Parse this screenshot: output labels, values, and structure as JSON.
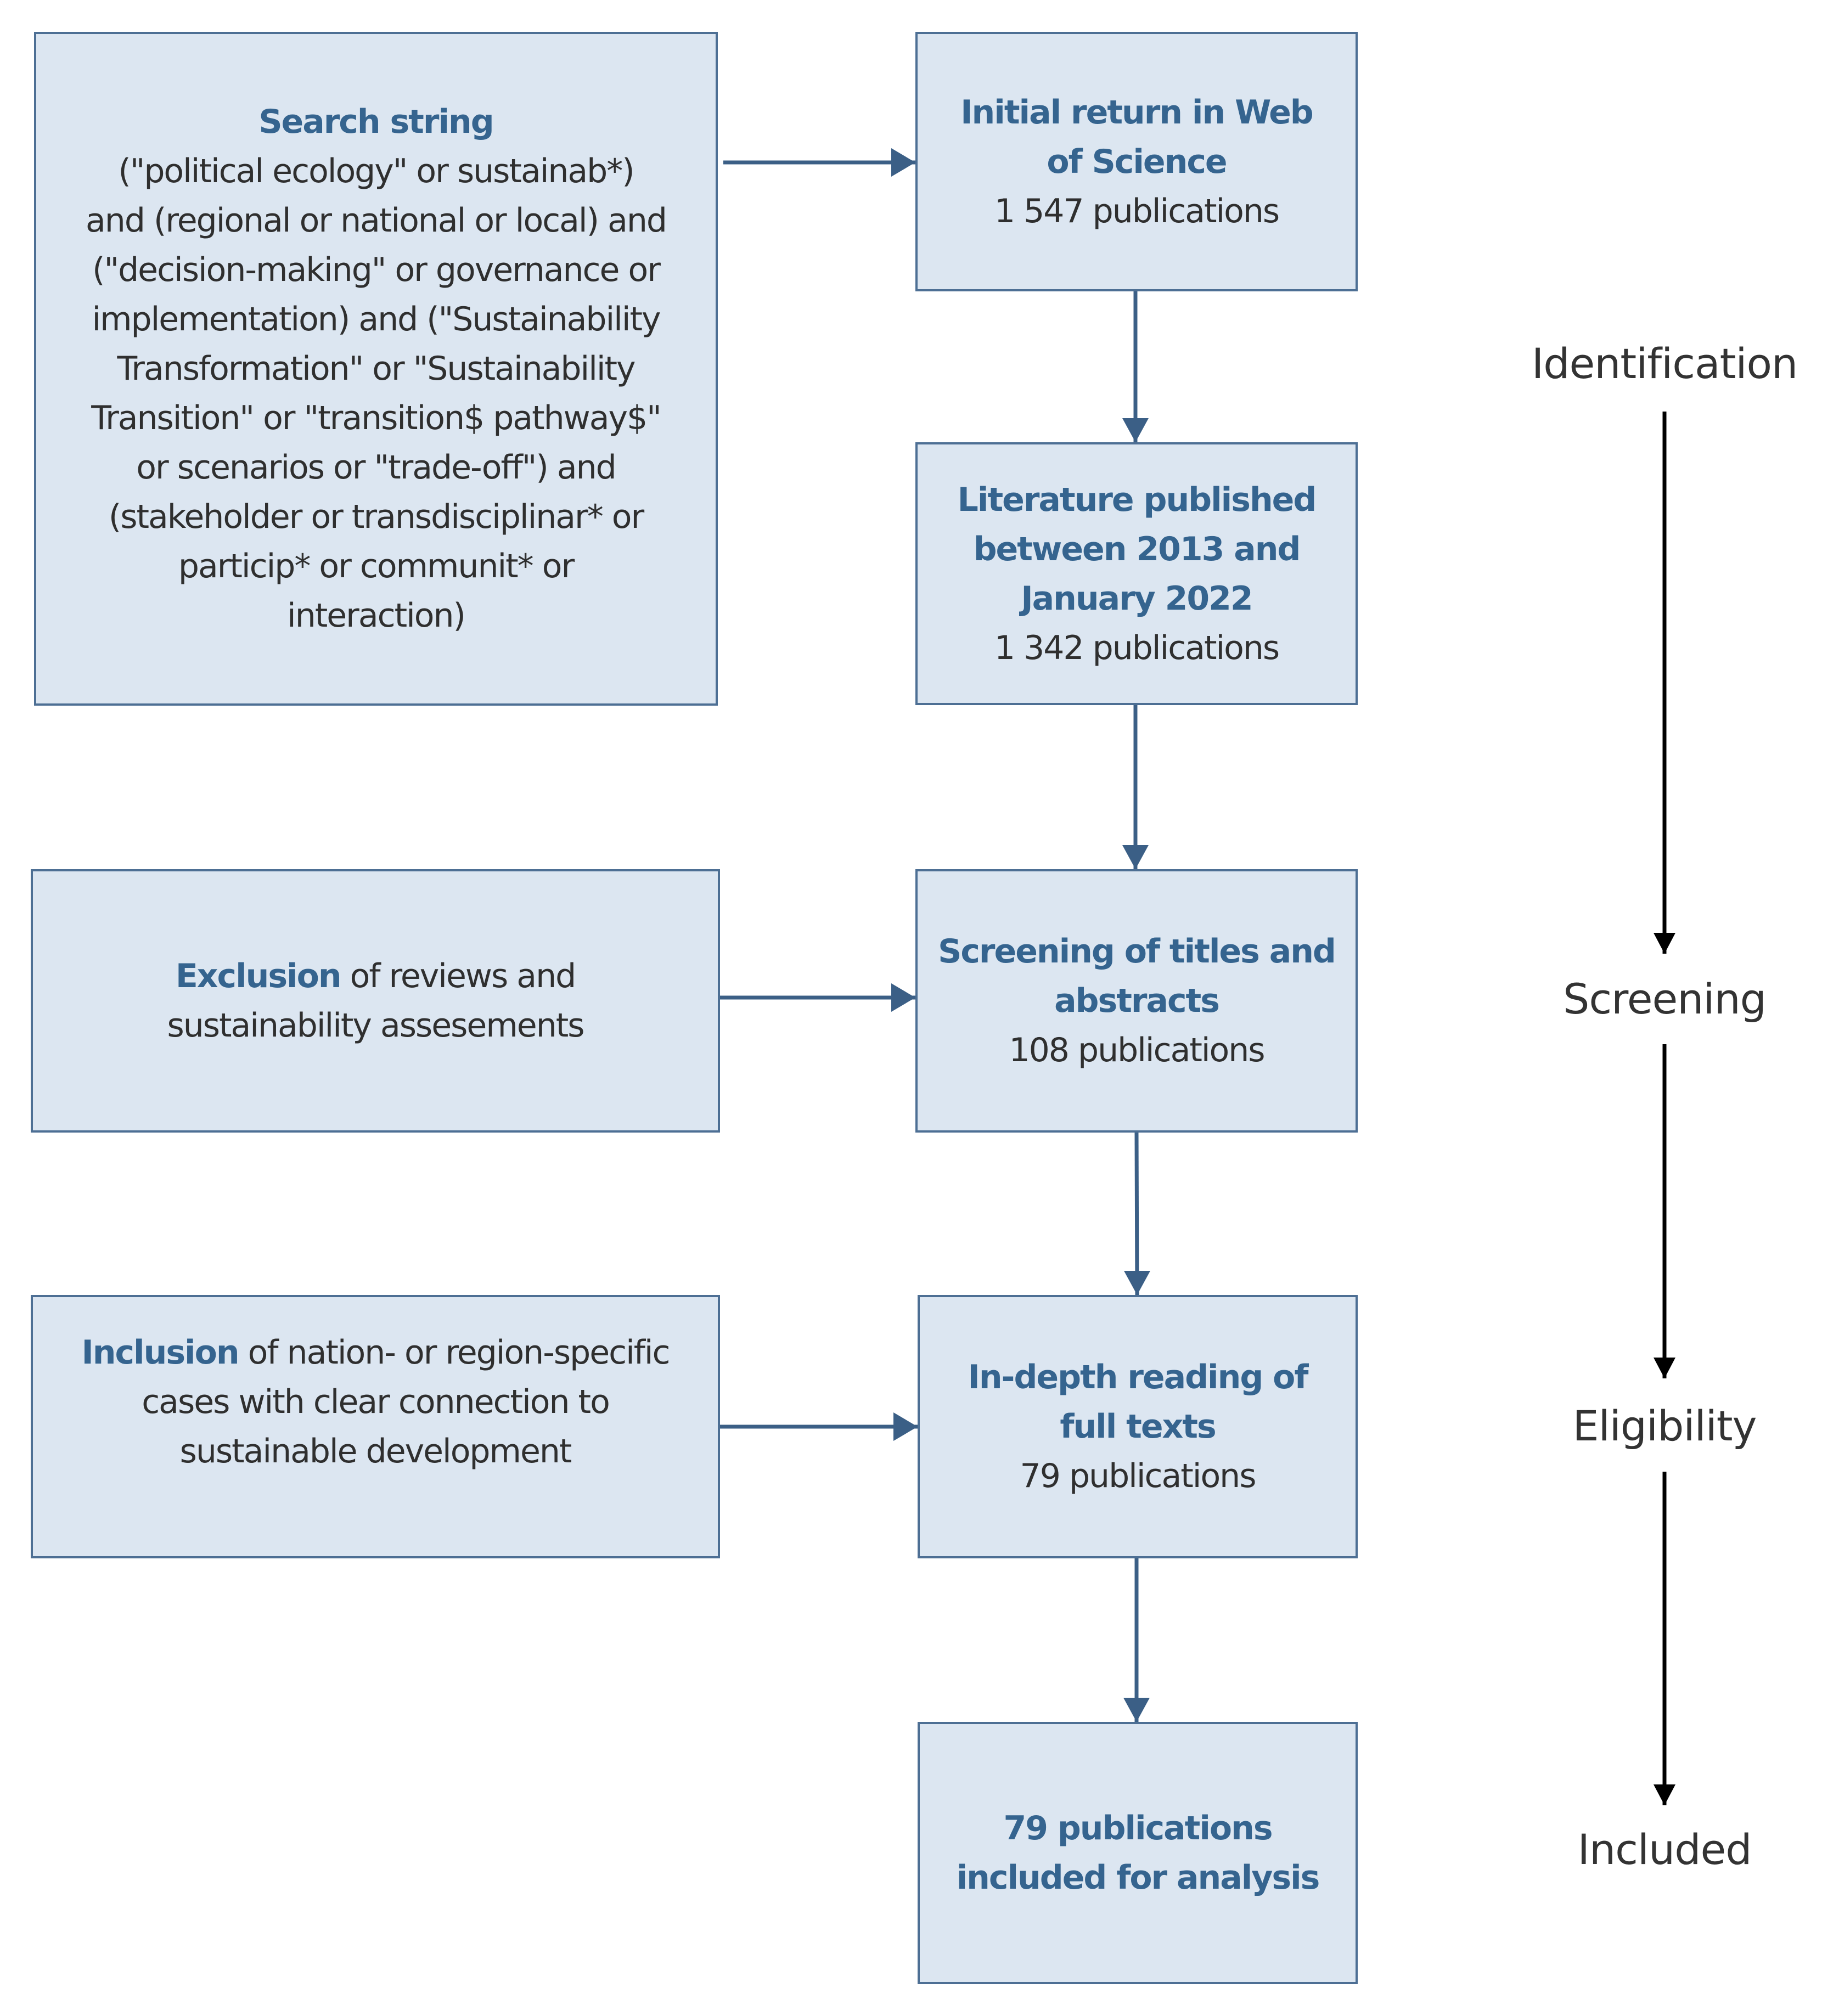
{
  "boxes": {
    "search": {
      "title": "Search string",
      "lines": [
        "(\"political ecology\" or sustainab*)",
        "and (regional or national or local) and",
        "(\"decision-making\" or governance or",
        "implementation) and (\"Sustainability",
        "Transformation\" or \"Sustainability",
        "Transition\" or \"transition$ pathway$\"",
        "or scenarios or \"trade-off\") and",
        "(stakeholder or transdisciplinar* or",
        "particip* or communit* or",
        "interaction)"
      ]
    },
    "initial": {
      "title_lines": [
        "Initial return in Web",
        "of Science"
      ],
      "count": "1 547  publications"
    },
    "literature": {
      "title_lines": [
        "Literature published",
        "between 2013 and",
        "January 2022"
      ],
      "count": "1 342  publications"
    },
    "exclusion": {
      "keyword": "Exclusion",
      "line1_rest": " of reviews and",
      "line2": "sustainability assesements"
    },
    "screening": {
      "title_lines": [
        "Screening of titles and",
        "abstracts"
      ],
      "count": "108  publications"
    },
    "inclusion": {
      "keyword": "Inclusion",
      "line1_rest": " of nation- or region-specific",
      "line2": "cases with clear connection to",
      "line3": "sustainable development"
    },
    "indepth": {
      "title_lines": [
        "In-depth reading of",
        "full texts"
      ],
      "count": "79  publications"
    },
    "included": {
      "title_lines": [
        "79 publications",
        "included for analysis"
      ]
    }
  },
  "stages": [
    "Identification",
    "Screening",
    "Eligibility",
    "Included"
  ],
  "colors": {
    "box_fill": "#dce6f1",
    "box_border": "#4d6f94",
    "title_text": "#35648f",
    "flow_arrow": "#3b5f86",
    "stage_arrow": "#000000"
  }
}
